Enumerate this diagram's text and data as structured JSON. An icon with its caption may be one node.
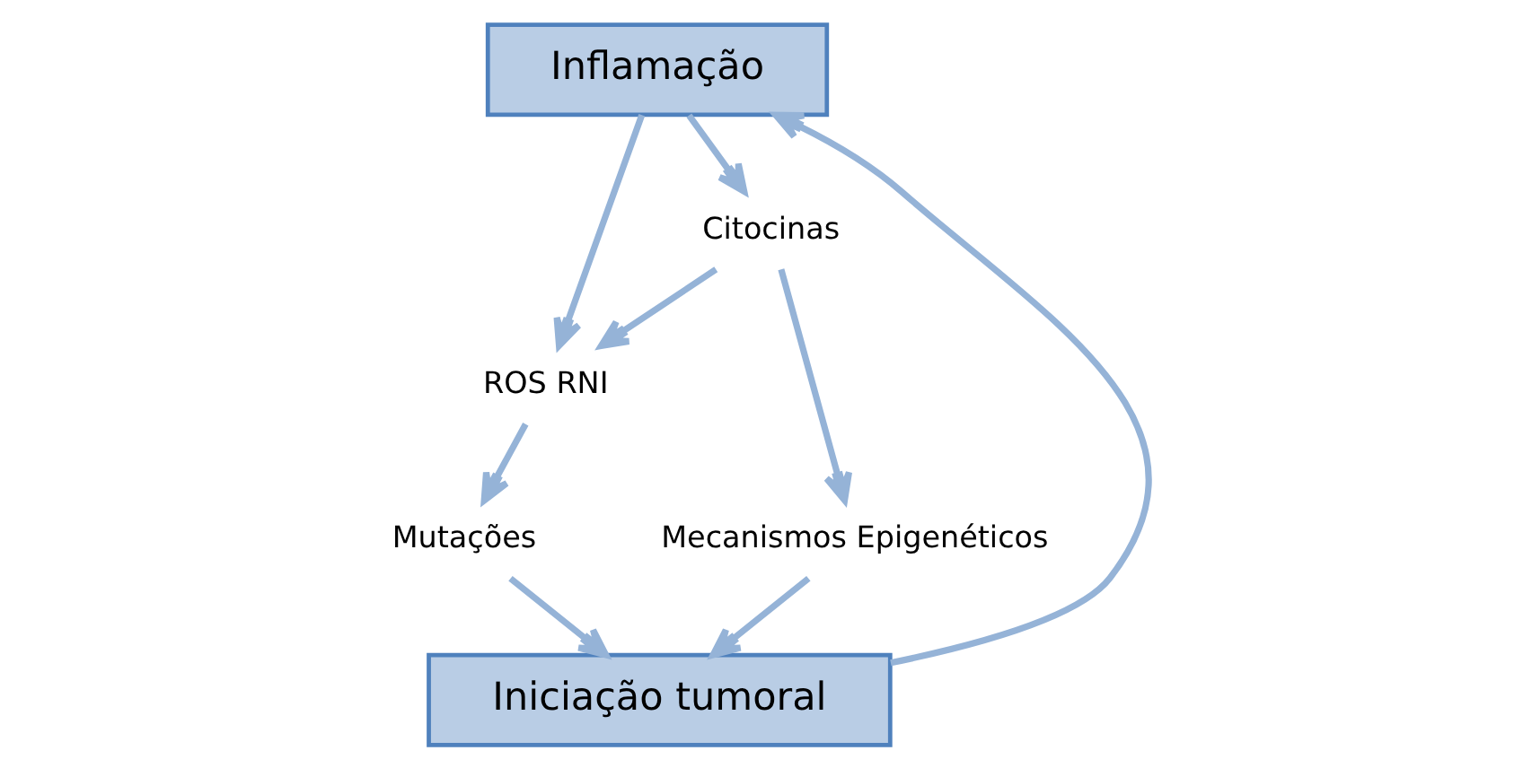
{
  "diagram": {
    "nodes": [
      {
        "text": [
          "Inflamação"
        ]
      },
      {
        "text": [
          "Citocinas"
        ]
      },
      {
        "text": [
          "ROS RNI"
        ]
      },
      {
        "text": [
          "Mutações"
        ]
      },
      {
        "text": [
          "Mecanismos Epigenéticos"
        ]
      },
      {
        "text": [
          "Iniciação tumoral"
        ]
      }
    ],
    "edges": [
      {
        "from": 0,
        "to": 1,
        "arrow": "to"
      },
      {
        "from": 1,
        "to": 2,
        "arrow": "to"
      },
      {
        "from": 0,
        "to": 2,
        "arrow": "to"
      },
      {
        "from": 2,
        "to": 3,
        "arrow": "to"
      },
      {
        "from": 1,
        "to": 4,
        "arrow": "to"
      },
      {
        "from": 3,
        "to": 5,
        "arrow": "to"
      },
      {
        "from": 4,
        "to": 5,
        "arrow": "to"
      },
      {
        "from": 5,
        "to": 0,
        "arrow": "to"
      }
    ]
  }
}
